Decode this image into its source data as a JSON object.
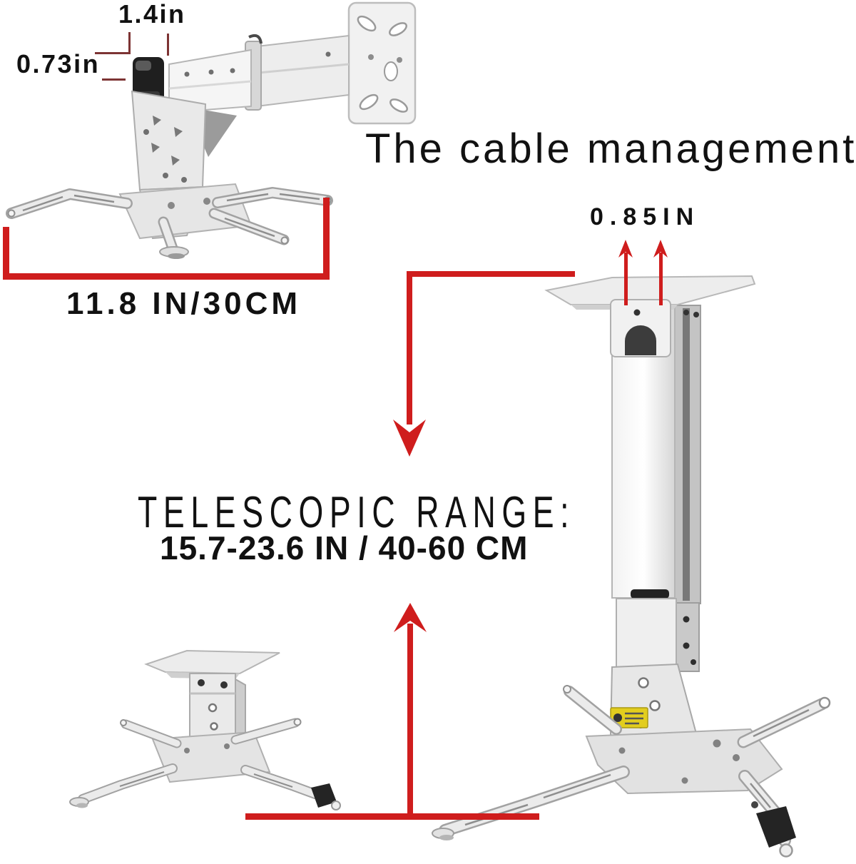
{
  "annotations": {
    "arm_width": "1.4in",
    "clamp_height": "0.73in",
    "base_width": "11.8 IN/30CM",
    "cable_management": "The cable management",
    "pole_width": "0.85IN",
    "telescopic_range_label": "TELESCOPIC RANGE:",
    "telescopic_range_value": "15.7-23.6 IN / 40-60 CM"
  },
  "icons": {
    "arrow_down": "▼",
    "arrow_up": "▲"
  },
  "colors": {
    "annotation_red": "#cf1d1d",
    "leader_maroon": "#7d3434",
    "text_black": "#111111",
    "label_yellow": "#e2cd1e",
    "product_silver": "#ececec"
  }
}
